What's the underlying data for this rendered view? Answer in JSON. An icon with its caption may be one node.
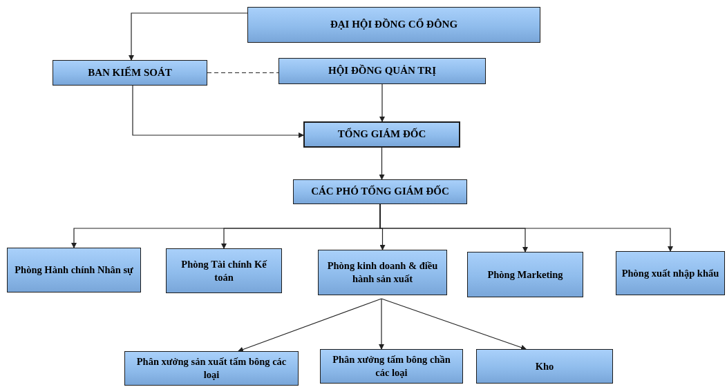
{
  "diagram": {
    "nodes": [
      {
        "text": [
          "ĐẠI HỘI ĐỒNG CỔ ĐÔNG"
        ]
      },
      {
        "text": [
          "BAN KIỂM SOÁT"
        ]
      },
      {
        "text": [
          "HỘI ĐỒNG QUẢN TRỊ"
        ]
      },
      {
        "text": [
          "TỔNG GIÁM ĐỐC"
        ]
      },
      {
        "text": [
          "CÁC PHÓ TỔNG GIÁM ĐỐC"
        ]
      },
      {
        "text": [
          "Phòng Hành chính Nhân sự"
        ]
      },
      {
        "text": [
          "Phòng Tài chính Kế toán"
        ]
      },
      {
        "text": [
          "Phòng kinh doanh & điều hành sản xuất"
        ]
      },
      {
        "text": [
          "Phòng Marketing"
        ]
      },
      {
        "text": [
          "Phòng xuất nhập khẩu"
        ]
      },
      {
        "text": [
          "Phân xưởng sản xuất tấm bông các loại"
        ]
      },
      {
        "text": [
          "Phân xưởng tấm bông chần các loại"
        ]
      },
      {
        "text": [
          "Kho"
        ]
      }
    ],
    "edges": [
      {
        "from": 0,
        "to": 1,
        "arrow": "to"
      },
      {
        "from": 1,
        "to": 2,
        "arrow": "none",
        "style": "dashed"
      },
      {
        "from": 2,
        "to": 3,
        "arrow": "to"
      },
      {
        "from": 1,
        "to": 3,
        "arrow": "to"
      },
      {
        "from": 3,
        "to": 4,
        "arrow": "to"
      },
      {
        "from": 4,
        "to": 5,
        "arrow": "to"
      },
      {
        "from": 4,
        "to": 6,
        "arrow": "to"
      },
      {
        "from": 4,
        "to": 7,
        "arrow": "to"
      },
      {
        "from": 4,
        "to": 8,
        "arrow": "to"
      },
      {
        "from": 4,
        "to": 9,
        "arrow": "to"
      },
      {
        "from": 7,
        "to": 10,
        "arrow": "to"
      },
      {
        "from": 7,
        "to": 11,
        "arrow": "to"
      },
      {
        "from": 7,
        "to": 12,
        "arrow": "to"
      }
    ]
  }
}
